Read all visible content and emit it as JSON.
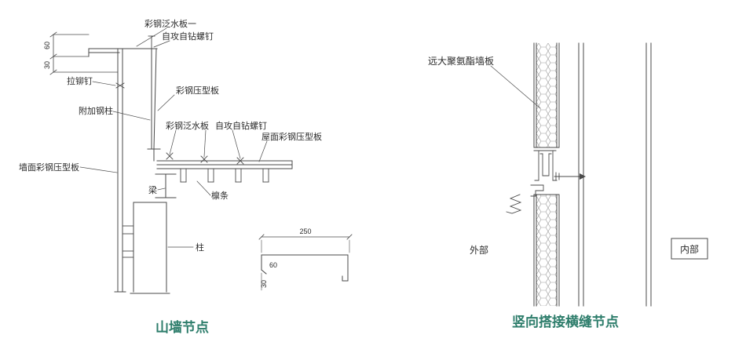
{
  "page": {
    "background_color": "#ffffff",
    "title_color": "#2d7d6b",
    "line_color": "#4a4a4a"
  },
  "left_diagram": {
    "title": "山墙节点",
    "labels": {
      "flashing_top": "彩钢泛水板一",
      "screw_top": "自攻自钻螺钉",
      "rivet": "拉铆钉",
      "added_steel_column": "附加钢柱",
      "profiled_sheet": "彩钢压型板",
      "flashing_mid": "彩钢泛水板",
      "screw_mid": "自攻自钻螺钉",
      "roof_sheet": "屋面彩钢压型板",
      "wall_sheet": "墙面彩钢压型板",
      "beam": "梁",
      "purlin": "檩条",
      "column": "柱"
    },
    "dimensions": {
      "wall_top_60": "60",
      "wall_top_30": "30",
      "detail_width_250": "250",
      "detail_60": "60",
      "detail_30": "30"
    }
  },
  "right_diagram": {
    "title": "竖向搭接横缝节点",
    "labels": {
      "panel": "远大聚氨酯墙板",
      "exterior": "外部",
      "interior": "内部"
    }
  }
}
